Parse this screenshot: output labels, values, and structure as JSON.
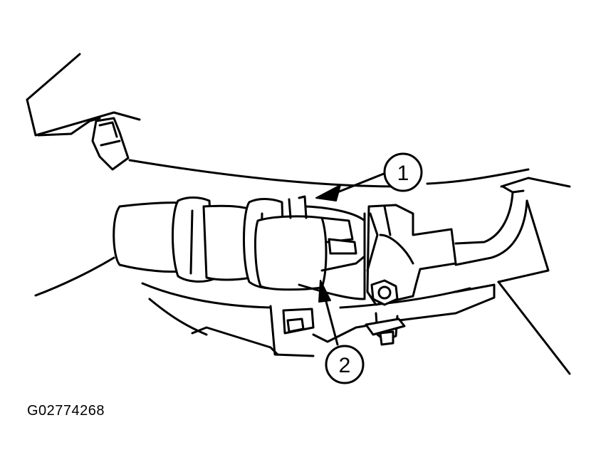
{
  "figure": {
    "id_label": "G02774268"
  },
  "callouts": [
    {
      "number": "1"
    },
    {
      "number": "2"
    }
  ],
  "colors": {
    "line": "#000000",
    "background": "#ffffff"
  }
}
